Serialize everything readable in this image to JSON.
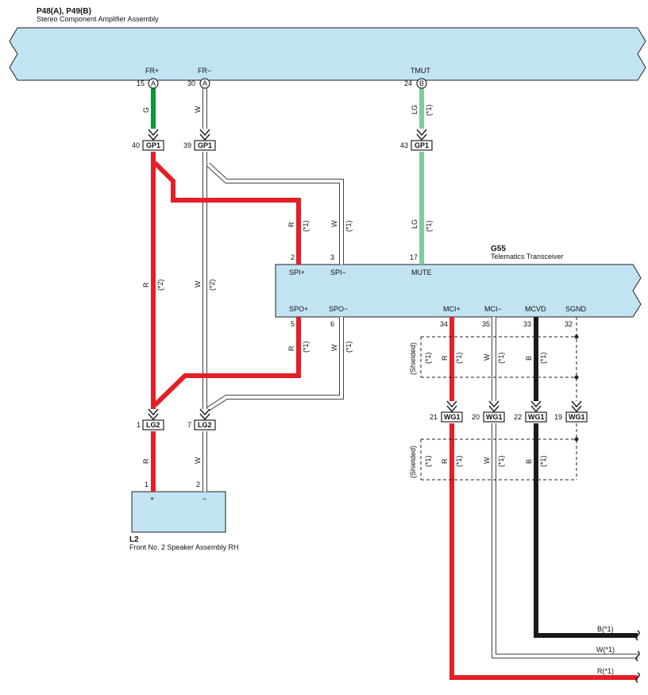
{
  "colors": {
    "component_fill": "#c2e3f2",
    "wire_red": "#e51f25",
    "wire_green": "#0a9a3c",
    "wire_lightgreen": "#7fcc9e",
    "wire_black": "#1a1a1a",
    "wire_white_outline": "#444444"
  },
  "amplifier": {
    "code": "P48(A), P49(B)",
    "name": "Stereo Component Amplifier Assembly",
    "pins": [
      {
        "num": "15",
        "conn": "A",
        "signal": "FR+"
      },
      {
        "num": "30",
        "conn": "A",
        "signal": "FR−"
      },
      {
        "num": "24",
        "conn": "B",
        "signal": "TMUT"
      }
    ]
  },
  "gp1": {
    "label": "GP1",
    "pins": [
      "40",
      "39",
      "43"
    ]
  },
  "transceiver": {
    "code": "G55",
    "name": "Telematics Transceiver",
    "top_pins": [
      {
        "num": "2",
        "signal": "SPI+"
      },
      {
        "num": "3",
        "signal": "SPI−"
      },
      {
        "num": "17",
        "signal": "MUTE"
      }
    ],
    "bottom_pins": [
      {
        "num": "5",
        "signal": "SPO+"
      },
      {
        "num": "6",
        "signal": "SPO−"
      },
      {
        "num": "34",
        "signal": "MCI+"
      },
      {
        "num": "35",
        "signal": "MCI−"
      },
      {
        "num": "33",
        "signal": "MCVD"
      },
      {
        "num": "32",
        "signal": "SGND"
      }
    ]
  },
  "lg2": {
    "label": "LG2",
    "pins": [
      "1",
      "7"
    ]
  },
  "wg1": {
    "label": "WG1",
    "pins": [
      "21",
      "20",
      "22",
      "19"
    ]
  },
  "speaker": {
    "code": "L2",
    "name": "Front  No.  2 Speaker Assembly RH",
    "pins": [
      "1",
      "2"
    ],
    "terminals": [
      "+",
      "−"
    ]
  },
  "wire_labels": {
    "G": "G",
    "W": "W",
    "LG": "LG",
    "R": "R",
    "B": "B",
    "note1": "(*1)",
    "note2": "(*2)",
    "shielded": "(Shielded)"
  },
  "outputs": [
    {
      "label": "B(*1)"
    },
    {
      "label": "W(*1)"
    },
    {
      "label": "R(*1)"
    }
  ]
}
